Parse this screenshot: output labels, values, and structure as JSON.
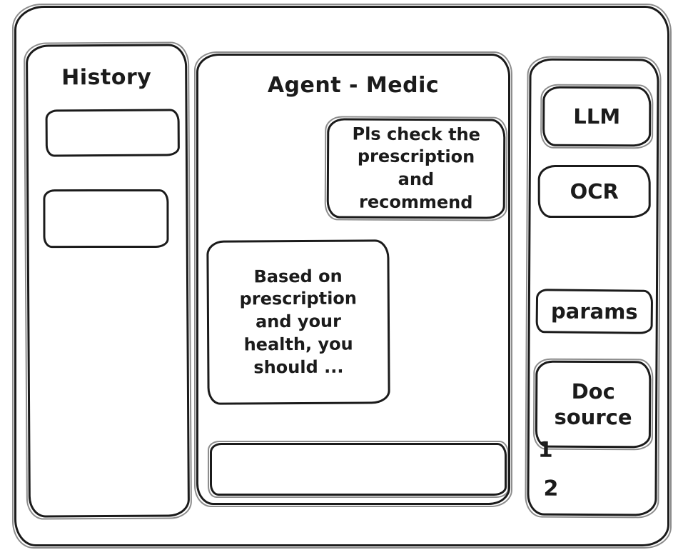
{
  "app": {
    "title": "Agent - Medic"
  },
  "history": {
    "title": "History",
    "items": [
      {
        "label": ""
      },
      {
        "label": ""
      }
    ]
  },
  "chat": {
    "messages": [
      {
        "role": "user",
        "text": "Pls check the prescription and recommend"
      },
      {
        "role": "assistant",
        "text": "Based on prescription and your health, you should ..."
      }
    ],
    "input": {
      "value": "",
      "placeholder": ""
    }
  },
  "tools": {
    "items": [
      {
        "label": "LLM"
      },
      {
        "label": "OCR"
      },
      {
        "label": "params"
      },
      {
        "label": "Doc source"
      }
    ],
    "doc_source_annotations": [
      "1",
      "2"
    ]
  },
  "colors": {
    "ink": "#1b1b1b",
    "background": "#ffffff"
  }
}
